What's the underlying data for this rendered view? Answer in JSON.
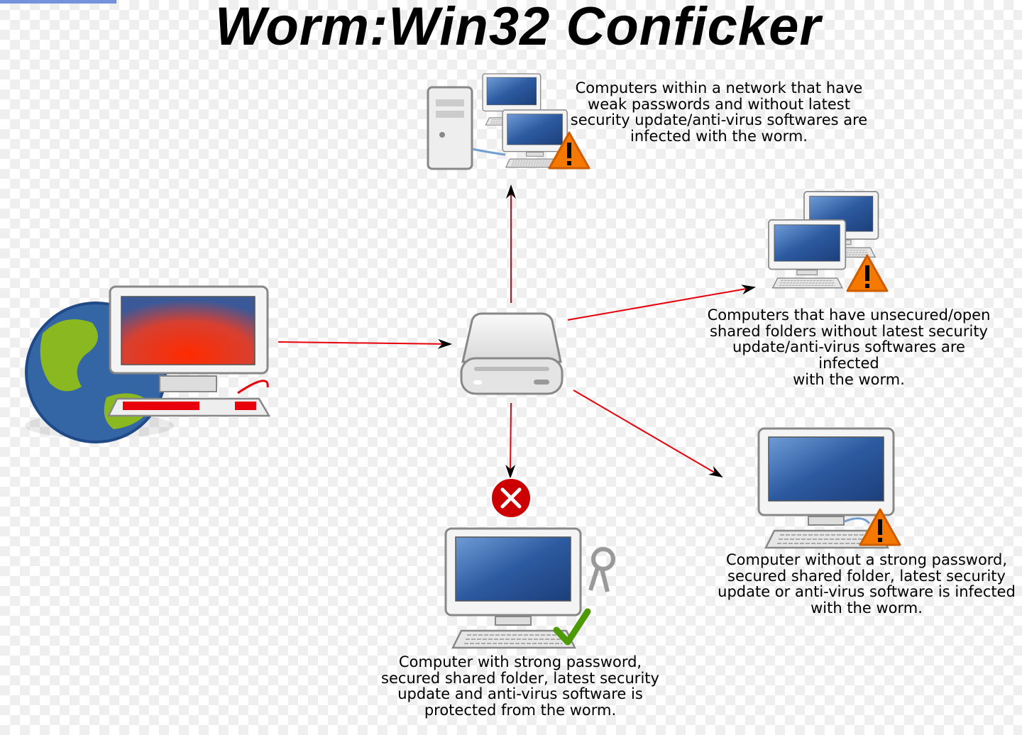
{
  "title": "Worm:Win32 Conficker",
  "captions": {
    "weak_passwords": "Computers within a network that have\nweak passwords and without latest\nsecurity update/anti-virus softwares are\ninfected with the worm.",
    "open_shares": "Computers that have unsecured/open\nshared folders without latest security\nupdate/anti-virus softwares are infected\nwith the worm.",
    "no_strong_password": "Computer without a strong password,\nsecured shared folder, latest security\nupdate or anti-virus software is infected\nwith the worm.",
    "protected": "Computer with strong password,\nsecured shared folder, latest security\nupdate and anti-virus software is\nprotected from the worm."
  },
  "colors": {
    "arrow": "#e8000b",
    "warning": "#f57900",
    "screen": "#2c5aa0",
    "infected_screen": "#e03020",
    "globe_ocean": "#3465a4",
    "globe_land": "#8ab820",
    "blocked": "#cc0000",
    "ok": "#4e9a06"
  }
}
